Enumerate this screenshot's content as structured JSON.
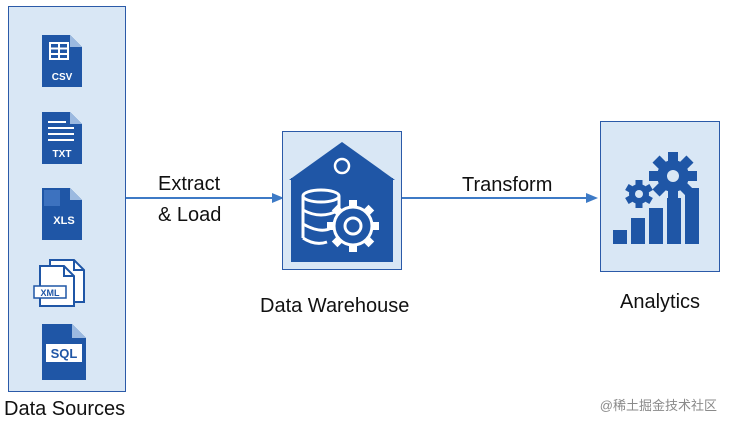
{
  "colors": {
    "primary": "#1f56a6",
    "panel": "#d9e7f5",
    "border": "#2b5aa8",
    "arrow": "#3d7ac6"
  },
  "sources": {
    "label": "Data Sources",
    "files": [
      {
        "icon": "csv-file-icon",
        "tag": "CSV"
      },
      {
        "icon": "txt-file-icon",
        "tag": "TXT"
      },
      {
        "icon": "xls-file-icon",
        "tag": "XLS"
      },
      {
        "icon": "xml-file-icon",
        "tag": "XML"
      },
      {
        "icon": "sql-file-icon",
        "tag": "SQL"
      }
    ]
  },
  "edges": {
    "extract_load_line1": "Extract",
    "extract_load_line2": "& Load",
    "transform": "Transform"
  },
  "warehouse": {
    "label": "Data Warehouse",
    "icon": "database-gear-warehouse-icon"
  },
  "analytics": {
    "label": "Analytics",
    "icon": "bar-chart-gears-icon"
  },
  "watermark": "@稀土掘金技术社区"
}
